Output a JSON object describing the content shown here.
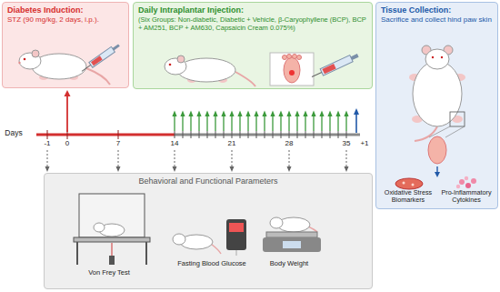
{
  "diagram": {
    "nodes": [
      {
        "text": [
          "Diabetes Induction:",
          "STZ (90 mg/kg, 2 days, i.p.)."
        ]
      },
      {
        "text": [
          "Daily Intraplantar Injection:",
          "(Six Groups: Non-diabetic, Diabetic + Vehicle, β-Caryophyllene (BCP), BCP + AM251, BCP + AM630, Capsaicin Cream 0.075%)"
        ]
      },
      {
        "text": [
          "Tissue Collection:",
          "Sacrifice and collect hind paw skin"
        ]
      },
      {
        "text": [
          "Behavioral and Functional Parameters"
        ]
      }
    ],
    "labels": [
      "Days",
      "-1",
      "0",
      "7",
      "14",
      "21",
      "28",
      "35",
      "+1",
      "Von Frey Test",
      "Fasting Blood Glucose",
      "Body Weight",
      "Oxidative Stress Biomarkers",
      "Pro-Inflammatory Cytokines"
    ]
  }
}
